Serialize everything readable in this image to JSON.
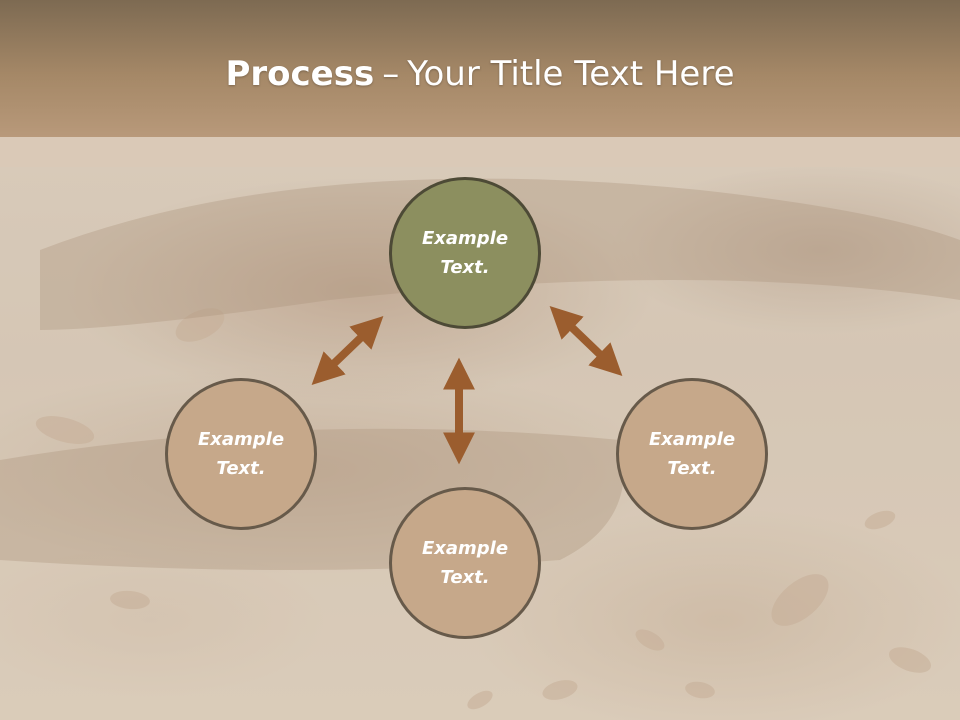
{
  "slide": {
    "title_bold": "Process",
    "title_separator": "–",
    "title_rest": "Your Title Text Here"
  },
  "nodes": {
    "top": {
      "line1": "Example",
      "line2": "Text."
    },
    "left": {
      "line1": "Example",
      "line2": "Text."
    },
    "right": {
      "line1": "Example",
      "line2": "Text."
    },
    "bottom": {
      "line1": "Example",
      "line2": "Text."
    }
  },
  "colors": {
    "title_bar": "#a58867",
    "node_fill": "#c6a88a",
    "node_highlight_fill": "#8c8f5f",
    "node_border": "#675a4a",
    "arrow": "#9b5d2e",
    "text": "#ffffff"
  }
}
